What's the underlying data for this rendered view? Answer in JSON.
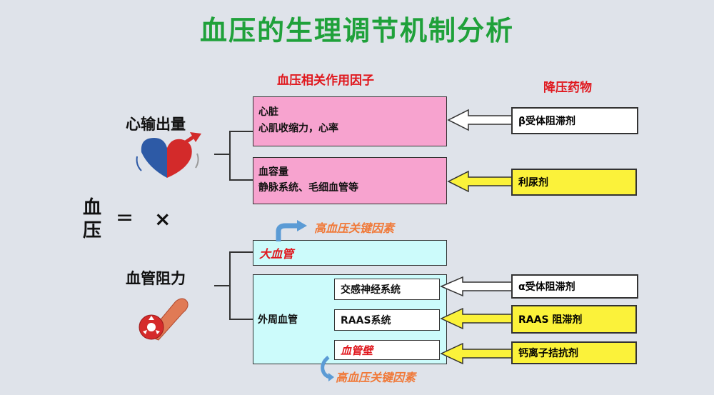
{
  "title": "血压的生理调节机制分析",
  "headers": {
    "factors": "血压相关作用因子",
    "drugs": "降压药物"
  },
  "left": {
    "cardiac_output": "心输出量",
    "vascular_resistance": "血管阻力",
    "bp_char1": "血",
    "bp_char2": "压",
    "equals": "=",
    "times": "×"
  },
  "factors": {
    "heart_title": "心脏",
    "heart_desc": "心肌收缩力，心率",
    "volume_title": "血容量",
    "volume_desc": "静脉系统、毛细血管等",
    "large_vessel": "大血管",
    "peripheral": "外周血管",
    "sub_items": [
      "交感神经系统",
      "RAAS系统",
      "血管壁"
    ],
    "key_factor_top": "高血压关键因素",
    "key_factor_bottom": "高血压关键因素"
  },
  "drugs": [
    "β受体阻滞剂",
    "利尿剂",
    "α受体阻滞剂",
    "RAAS 阻滞剂",
    "钙离子拮抗剂"
  ],
  "colors": {
    "title": "#1fa13a",
    "accent_red": "#e0181e",
    "pink": "#f7a3cf",
    "cyan": "#ccfbfb",
    "yellow": "#fbf23a",
    "orange": "#f07a3a",
    "arrow_blue": "#5b9bd5"
  },
  "icons": [
    "heart-icon",
    "blood-vessel-icon"
  ]
}
